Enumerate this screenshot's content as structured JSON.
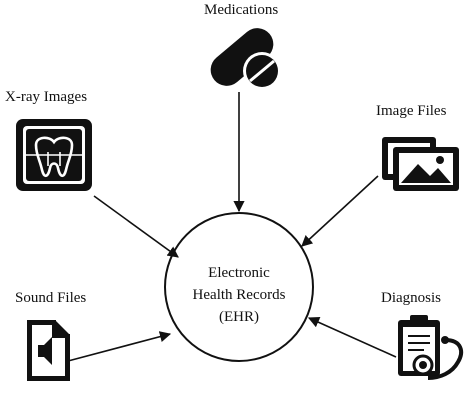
{
  "center": {
    "line1": "Electronic",
    "line2": "Health Records",
    "line3": "(EHR)"
  },
  "nodes": {
    "medications": "Medications",
    "xray": "X-ray Images",
    "image_files": "Image Files",
    "sound_files": "Sound Files",
    "diagnosis": "Diagnosis"
  },
  "icons": {
    "medications": "pills-icon",
    "xray": "tooth-xray-icon",
    "image_files": "photo-stack-icon",
    "sound_files": "audio-file-icon",
    "diagnosis": "clipboard-stethoscope-icon"
  },
  "colors": {
    "ink": "#111111",
    "background": "#ffffff"
  }
}
